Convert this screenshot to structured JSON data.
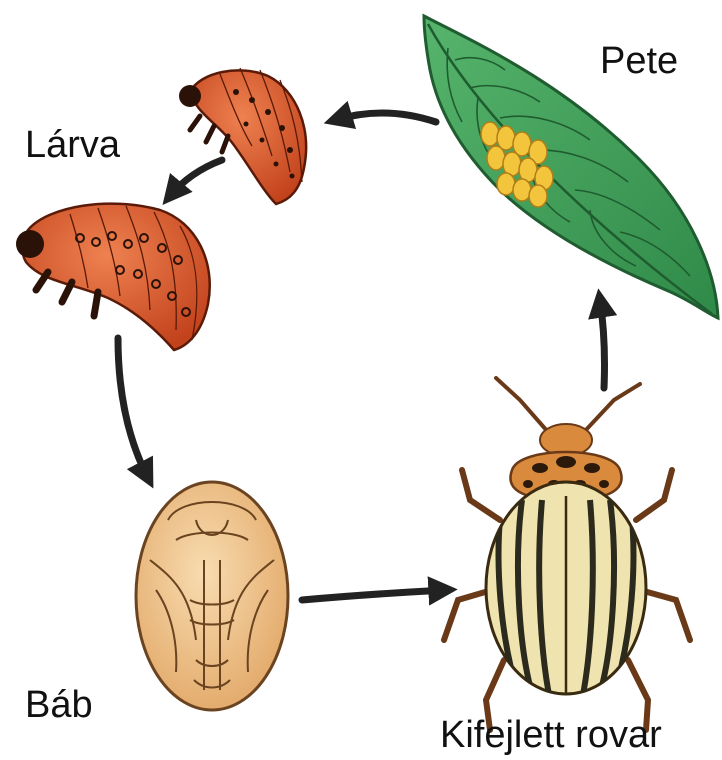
{
  "stages": {
    "egg": {
      "label": "Pete"
    },
    "larva": {
      "label": "Lárva"
    },
    "pupa": {
      "label": "Báb"
    },
    "adult": {
      "label": "Kifejlett rovar"
    }
  },
  "colors": {
    "leaf": "#3fa05a",
    "leaf_vein": "#1f5c30",
    "eggs": "#f2c53d",
    "larva": "#d85a2c",
    "larva_spots": "#2a1208",
    "pupa": "#f0c58d",
    "beetle_stripe_dark": "#2b2a1c",
    "beetle_stripe_light": "#efe3b0",
    "beetle_pronotum": "#d98a3c",
    "arrow": "#222222"
  },
  "icons": [
    "leaf-with-eggs-icon",
    "larva-icon",
    "pupa-icon",
    "beetle-icon",
    "cycle-arrow-icon"
  ]
}
